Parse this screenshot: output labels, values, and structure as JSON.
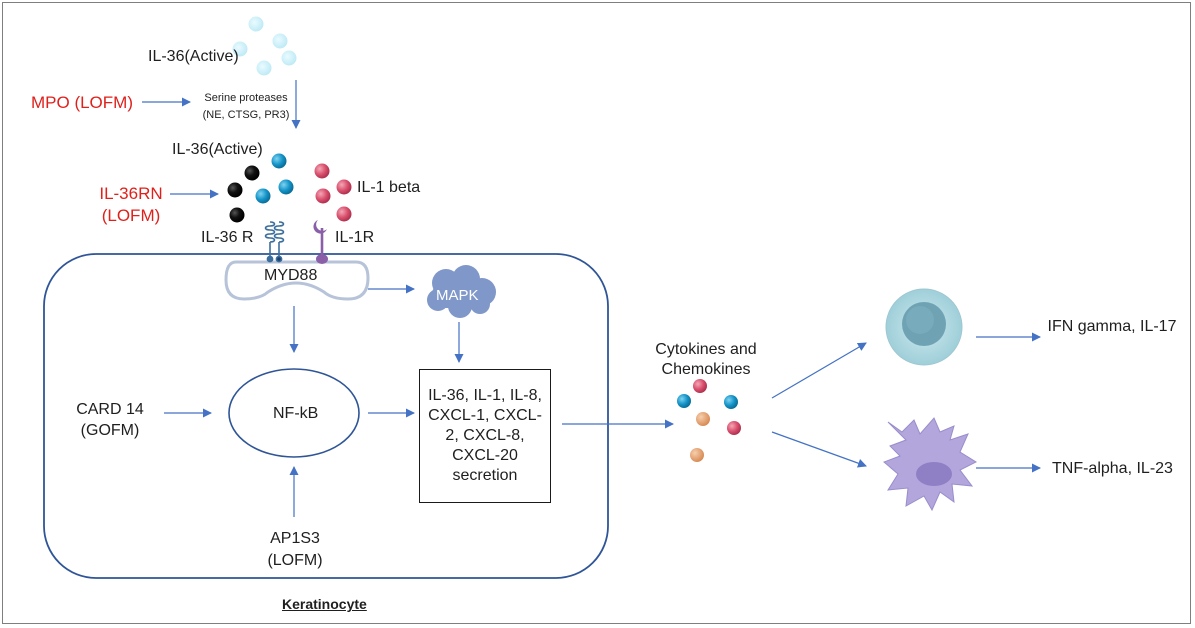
{
  "colors": {
    "arrow": "#4472c4",
    "cell_outline": "#2f5597",
    "il36_dot": "#1594c9",
    "il1_dot": "#d9506d",
    "antagonist_dot": "#0a0a0a",
    "pale_dot": "#c8eef7",
    "chemokine_orange": "#e0a070",
    "red_text": "#e0201b"
  },
  "labels": {
    "il36_active_top": "IL-36(Active)",
    "mpo": "MPO (LOFM)",
    "serine_line1": "Serine proteases",
    "serine_line2": "(NE, CTSG, PR3)",
    "il36_active_mid": "IL-36(Active)",
    "il36rn_line1": "IL-36RN",
    "il36rn_line2": "(LOFM)",
    "il1_beta": "IL-1 beta",
    "il36_r": "IL-36 R",
    "il1r": "IL-1R",
    "myd88": "MYD88",
    "mapk": "MAPK",
    "nfkb": "NF-kB",
    "card14_line1": "CARD 14",
    "card14_line2": "(GOFM)",
    "ap1s3_line1": "AP1S3",
    "ap1s3_line2": "(LOFM)",
    "secretion": "IL-36, IL-1, IL-8, CXCL-1, CXCL-2, CXCL-8, CXCL-20 secretion",
    "cytokines_line1": "Cytokines and",
    "cytokines_line2": "Chemokines",
    "ifn": "IFN gamma, IL-17",
    "tnf": "TNF-alpha, IL-23",
    "keratinocyte": "Keratinocyte"
  },
  "icons": {
    "pale_ligand": "pale-ligand-dot-icon",
    "il36_ligand": "il36-ligand-dot-icon",
    "antagonist": "il36rn-antagonist-dot-icon",
    "il1_ligand": "il1-beta-dot-icon",
    "il36_receptor": "il36-receptor-icon",
    "il1_receptor": "il1-receptor-icon",
    "adaptor": "myd88-adaptor-icon",
    "kinase_cloud": "mapk-cloud-icon",
    "lymphocyte": "t-cell-icon",
    "dendritic": "dendritic-cell-icon"
  }
}
